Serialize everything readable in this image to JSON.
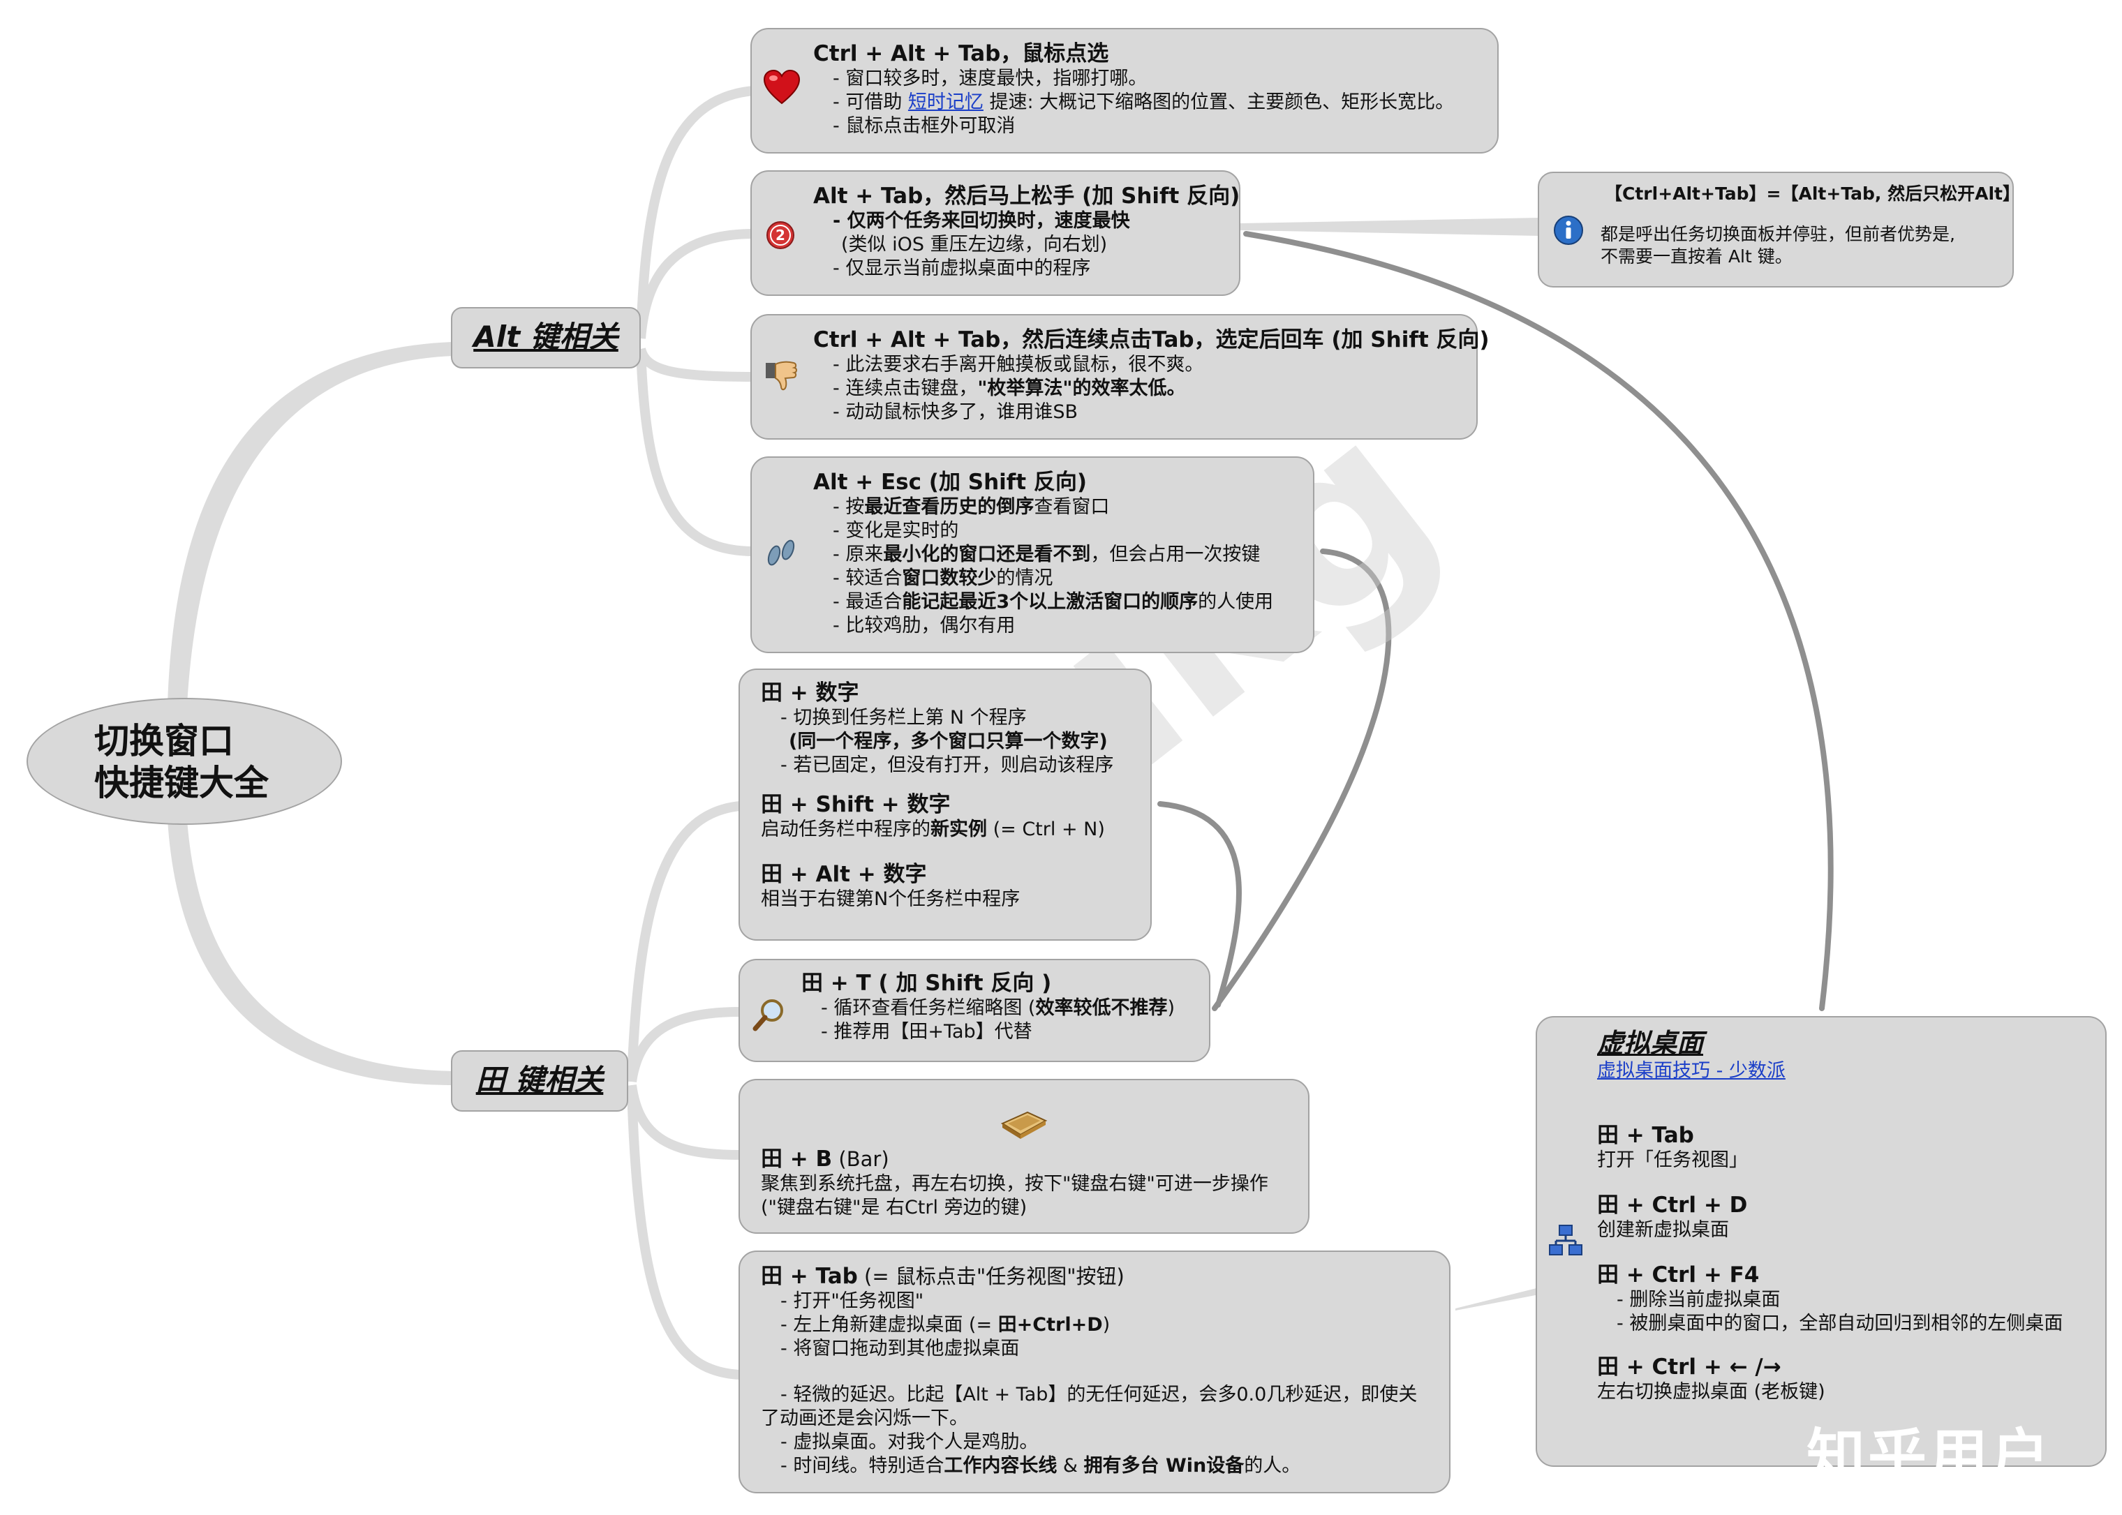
{
  "root": {
    "line1": "切换窗口",
    "line2": "快捷键大全"
  },
  "branches": {
    "alt": "Alt 键相关",
    "win": "田 键相关"
  },
  "n1": {
    "title": "Ctrl + Alt + Tab，鼠标点选",
    "l1": "- 窗口较多时，速度最快，指哪打哪。",
    "l2a": "- 可借助 ",
    "l2link": "短时记忆",
    "l2b": " 提速: 大概记下缩略图的位置、主要颜色、矩形长宽比。",
    "l3": "- 鼠标点击框外可取消"
  },
  "n2": {
    "title": "Alt + Tab，然后马上松手 (加 Shift 反向)",
    "l1": "- 仅两个任务来回切换时，速度最快",
    "l2": "(类似 iOS 重压左边缘，向右划)",
    "l3": "- 仅显示当前虚拟桌面中的程序"
  },
  "note": {
    "title": "【Ctrl+Alt+Tab】=【Alt+Tab, 然后只松开Alt】",
    "l1": "都是呼出任务切换面板并停驻，但前者优势是,",
    "l2": "不需要一直按着 Alt 键。"
  },
  "n3": {
    "title": "Ctrl + Alt + Tab，然后连续点击Tab，选定后回车 (加 Shift 反向)",
    "l1": "- 此法要求右手离开触摸板或鼠标，很不爽。",
    "l2a": "- 连续点击键盘，",
    "l2b": "\"枚举算法\"的效率太低。",
    "l3": "- 动动鼠标快多了，谁用谁SB"
  },
  "n4": {
    "title": "Alt + Esc (加 Shift 反向)",
    "l1a": "- 按",
    "l1b": "最近查看历史的倒序",
    "l1c": "查看窗口",
    "l2": "- 变化是实时的",
    "l3a": "- 原来",
    "l3b": "最小化的窗口还是看不到",
    "l3c": "，但会占用一次按键",
    "l4a": "- 较适合",
    "l4b": "窗口数较少",
    "l4c": "的情况",
    "l5a": "- 最适合",
    "l5b": "能记起最近3个以上激活窗口的顺序",
    "l5c": "的人使用",
    "l6": "- 比较鸡肋，偶尔有用"
  },
  "n5": {
    "t1": "田 + 数字",
    "l1": "- 切换到任务栏上第 N 个程序",
    "l2": "(同一个程序，多个窗口只算一个数字)",
    "l3": "- 若已固定，但没有打开，则启动该程序",
    "t2": "田 + Shift + 数字",
    "l4a": "启动任务栏中程序的",
    "l4b": "新实例",
    "l4c": " (= Ctrl + N)",
    "t3": "田 + Alt + 数字",
    "l5": "相当于右键第N个任务栏中程序"
  },
  "n6": {
    "title": "田 + T ( 加 Shift 反向 )",
    "l1a": "- 循环查看任务栏缩略图 (",
    "l1b": "效率较低不推荐",
    "l1c": ")",
    "l2": "- 推荐用【田+Tab】代替"
  },
  "n7": {
    "titleA": "田 + B",
    "titleB": " (Bar)",
    "l1": "聚焦到系统托盘，再左右切换，按下\"键盘右键\"可进一步操作",
    "l2": "(\"键盘右键\"是 右Ctrl 旁边的键)"
  },
  "n8": {
    "titleA": "田 + Tab",
    "titleB": " (= 鼠标点击\"任务视图\"按钮)",
    "l1": "- 打开\"任务视图\"",
    "l2a": "- 左上角新建虚拟桌面 (= ",
    "l2b": "田+Ctrl+D",
    "l2c": ")",
    "l3": "- 将窗口拖动到其他虚拟桌面",
    "l4": "- 轻微的延迟。比起【Alt + Tab】的无任何延迟，会多0.0几秒延迟，即使关",
    "l5": "了动画还是会闪烁一下。",
    "l6": "- 虚拟桌面。对我个人是鸡肋。",
    "l7a": "- 时间线。特别适合",
    "l7b": "工作内容长线",
    "l7c": " & ",
    "l7d": "拥有多台 Win设备",
    "l7e": "的人。"
  },
  "vd": {
    "title": "虚拟桌面",
    "link": "虚拟桌面技巧 - 少数派",
    "t1": "田 + Tab",
    "d1": "打开「任务视图」",
    "t2": "田 + Ctrl + D",
    "d2": "创建新虚拟桌面",
    "t3": "田 + Ctrl + F4",
    "d3a": "- 删除当前虚拟桌面",
    "d3b": "- 被删桌面中的窗口，全部自动回归到相邻的左侧桌面",
    "t4": "田 + Ctrl + ← /→",
    "d4": "左右切换虚拟桌面 (老板键)"
  },
  "watermark": "知乎用户",
  "colors": {
    "node_fill": "#d9d9d9",
    "node_border": "#a3a3a3",
    "connector": "#dcdcdc",
    "arrow": "#8f8f8f",
    "link": "#1a3ec8"
  }
}
